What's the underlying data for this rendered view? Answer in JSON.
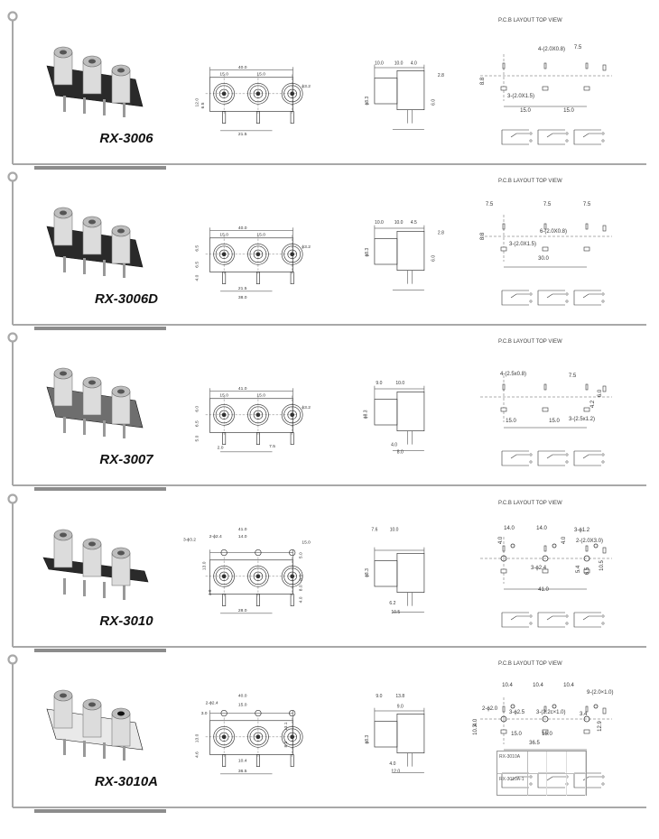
{
  "pcb_layout_title": "P.C.B LAYOUT    TOP VIEW",
  "products": [
    {
      "model": "RX-3006",
      "front_dims": [
        "40.0",
        "15.0",
        "15.0",
        "ϕ3.2",
        "12.0",
        "6.5",
        "21.5"
      ],
      "side_dims": [
        "10.0",
        "10.0",
        "4.0",
        "2.8",
        "ϕ8.3",
        "6.0"
      ],
      "pcb_dims": [
        "4-(2.0X0.8)",
        "7.5",
        "8.8",
        "3-(2.0X1.5)",
        "15.0",
        "15.0"
      ]
    },
    {
      "model": "RX-3006D",
      "front_dims": [
        "40.0",
        "15.0",
        "15.0",
        "ϕ3.2",
        "6.5",
        "6.5",
        "4.0",
        "21.5",
        "38.0"
      ],
      "side_dims": [
        "10.0",
        "10.0",
        "4.5",
        "2.8",
        "ϕ8.3",
        "6.0"
      ],
      "pcb_dims": [
        "7.5",
        "7.5",
        "7.5",
        "6-(2.0X0.8)",
        "8.8",
        "3-(2.0X1.5)",
        "30.0"
      ]
    },
    {
      "model": "RX-3007",
      "front_dims": [
        "41.0",
        "15.0",
        "15.0",
        "ϕ3.2",
        "6.0",
        "6.5",
        "5.0",
        "2.0",
        "7.5"
      ],
      "side_dims": [
        "9.0",
        "10.0",
        "ϕ8.3",
        "4.0",
        "8.0"
      ],
      "pcb_dims": [
        "4-(2.5x0.8)",
        "7.5",
        "4.2",
        "6.0",
        "3-(2.5x1.2)",
        "15.0",
        "15.0"
      ]
    },
    {
      "model": "RX-3010",
      "front_dims": [
        "41.0",
        "14.0",
        "2-ϕ2.4",
        "3-ϕ3.2",
        "15.0",
        "13.0",
        "5.0",
        "8.5",
        "8.0",
        "4.0",
        "4.0",
        "28.0"
      ],
      "side_dims": [
        "7.6",
        "10.0",
        "ϕ8.3",
        "6.2",
        "10.5"
      ],
      "pcb_dims": [
        "14.0",
        "14.0",
        "4.0",
        "4.0",
        "3-ϕ1.2",
        "2-(2.0X3.0)",
        "3-ϕ2.4",
        "5.4",
        "6.5",
        "10.5",
        "41.0"
      ]
    },
    {
      "model": "RX-3010A",
      "front_dims": [
        "40.0",
        "2-ϕ2.4",
        "15.0",
        "3.0",
        "13.0",
        "13.1",
        "8.0",
        "4.6",
        "10.4",
        "36.5"
      ],
      "side_dims": [
        "9.0",
        "13.8",
        "9.0",
        "ϕ8.3",
        "4.0",
        "12.0"
      ],
      "pcb_dims": [
        "10.4",
        "10.4",
        "10.4",
        "9-(2.0×1.0)",
        "2-ϕ2.0",
        "3-ϕ2.5",
        "3-(2.2c×1.0)",
        "3.4",
        "10.3",
        "4.0",
        "12.9",
        "15.0",
        "15.0",
        "36.5"
      ],
      "variants": [
        "RX-3010A",
        "RX-3010A-1"
      ]
    }
  ],
  "colors": {
    "bracket": "#a8a8a8",
    "bracket_bar": "#8c8c8c",
    "jack_white": "#dcdcdc",
    "jack_body_dark": "#2a2a2a",
    "jack_body_grey": "#6e6e6e",
    "jack_body_light": "#e9e9e9",
    "line": "#333333"
  }
}
